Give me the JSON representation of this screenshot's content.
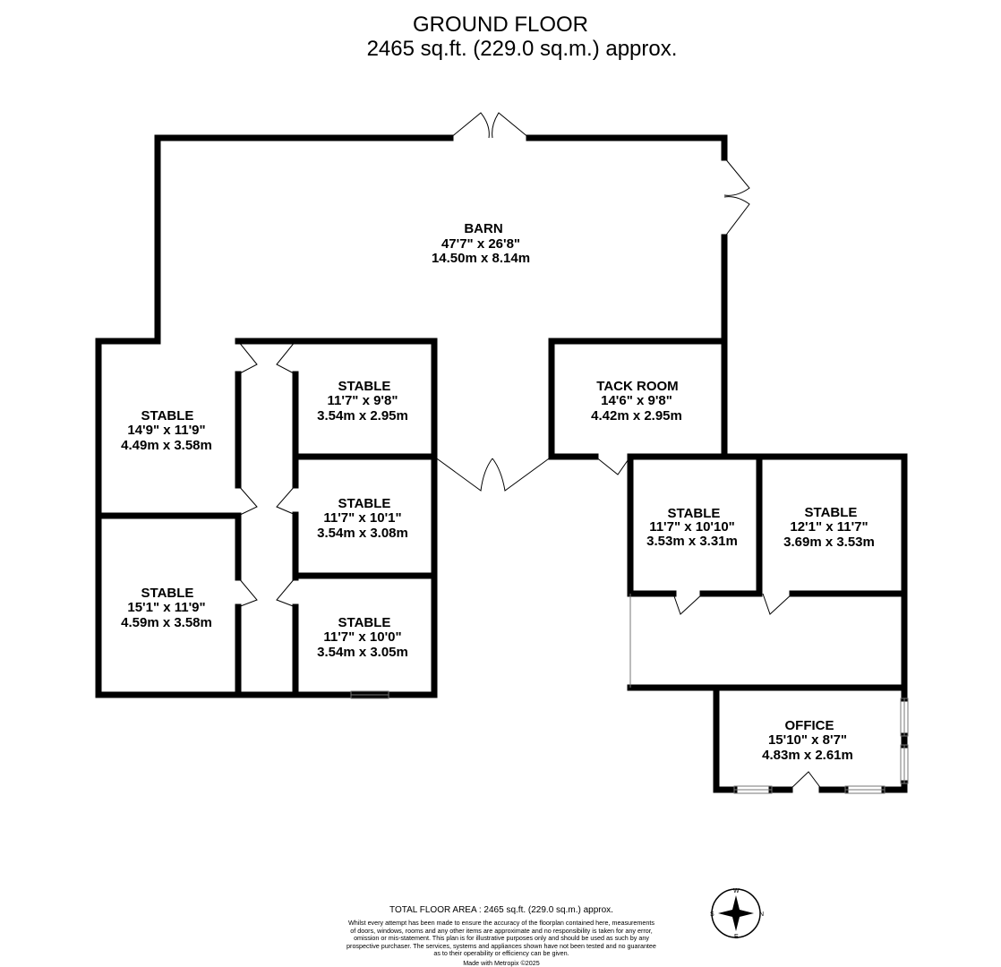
{
  "header": {
    "title": "GROUND FLOOR",
    "area": "2465 sq.ft. (229.0 sq.m.) approx."
  },
  "rooms": [
    {
      "key": "barn",
      "name": "BARN",
      "dim_imperial": "47'7\"  x 26'8\"",
      "dim_metric": "14.50m  x 8.14m"
    },
    {
      "key": "stable_left_upper",
      "name": "STABLE",
      "dim_imperial": "14'9\"  x 11'9\"",
      "dim_metric": "4.49m  x 3.58m"
    },
    {
      "key": "stable_left_lower",
      "name": "STABLE",
      "dim_imperial": "15'1\"  x 11'9\"",
      "dim_metric": "4.59m  x 3.58m"
    },
    {
      "key": "stable_mid_top",
      "name": "STABLE",
      "dim_imperial": "11'7\"  x 9'8\"",
      "dim_metric": "3.54m  x 2.95m"
    },
    {
      "key": "stable_mid_middle",
      "name": "STABLE",
      "dim_imperial": "11'7\"  x 10'1\"",
      "dim_metric": "3.54m  x 3.08m"
    },
    {
      "key": "stable_mid_bottom",
      "name": "STABLE",
      "dim_imperial": "11'7\"  x 10'0\"",
      "dim_metric": "3.54m  x 3.05m"
    },
    {
      "key": "tack_room",
      "name": "TACK ROOM",
      "dim_imperial": "14'6\"  x 9'8\"",
      "dim_metric": "4.42m  x 2.95m"
    },
    {
      "key": "stable_right_a",
      "name": "STABLE",
      "dim_imperial": "11'7\"  x 10'10\"",
      "dim_metric": "3.53m  x 3.31m"
    },
    {
      "key": "stable_right_b",
      "name": "STABLE",
      "dim_imperial": "12'1\"  x 11'7\"",
      "dim_metric": "3.69m  x 3.53m"
    },
    {
      "key": "office",
      "name": "OFFICE",
      "dim_imperial": "15'10\"  x 8'7\"",
      "dim_metric": "4.83m  x 2.61m"
    }
  ],
  "compass": {
    "icon": "compass-icon",
    "letters": [
      "N",
      "E",
      "S",
      "W"
    ]
  },
  "footer": {
    "total_area": "TOTAL FLOOR AREA : 2465 sq.ft. (229.0 sq.m.) approx.",
    "disclaimer_lines": [
      "Whilst every attempt has been made to ensure the accuracy of the floorplan contained here, measurements",
      "of doors, windows, rooms and any other items are approximate and no responsibility is taken for any error,",
      "omission or mis-statement. This plan is for illustrative purposes only and should be used as such by any",
      "prospective purchaser. The services, systems and appliances shown have not been tested and no guarantee",
      "as to their operability or efficiency can be given."
    ],
    "credit": "Made with Metropix ©2025"
  },
  "colors": {
    "wall": "#000000",
    "background": "#ffffff",
    "window": "#777777"
  }
}
